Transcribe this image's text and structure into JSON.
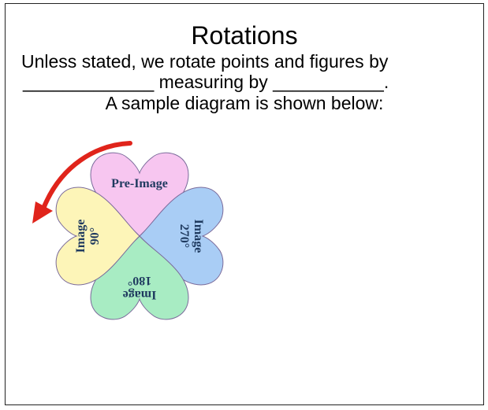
{
  "slide": {
    "title": "Rotations",
    "line1": "Unless stated, we rotate points and figures by",
    "line2": "_____________ measuring by ___________.",
    "line3": "A sample diagram is shown below:"
  },
  "diagram": {
    "petals": [
      {
        "id": "pre-image",
        "label": "Pre-Image",
        "color": "#f7c6f0"
      },
      {
        "id": "image-90",
        "label_line1": "Image",
        "label_line2": "90°",
        "color": "#fdf5b8"
      },
      {
        "id": "image-180",
        "label_line1": "Image",
        "label_line2": "180°",
        "color": "#a8ecc3"
      },
      {
        "id": "image-270",
        "label_line1": "Image",
        "label_line2": "270°",
        "color": "#a9cdf5"
      }
    ],
    "arrow_color": "#e0241b"
  }
}
